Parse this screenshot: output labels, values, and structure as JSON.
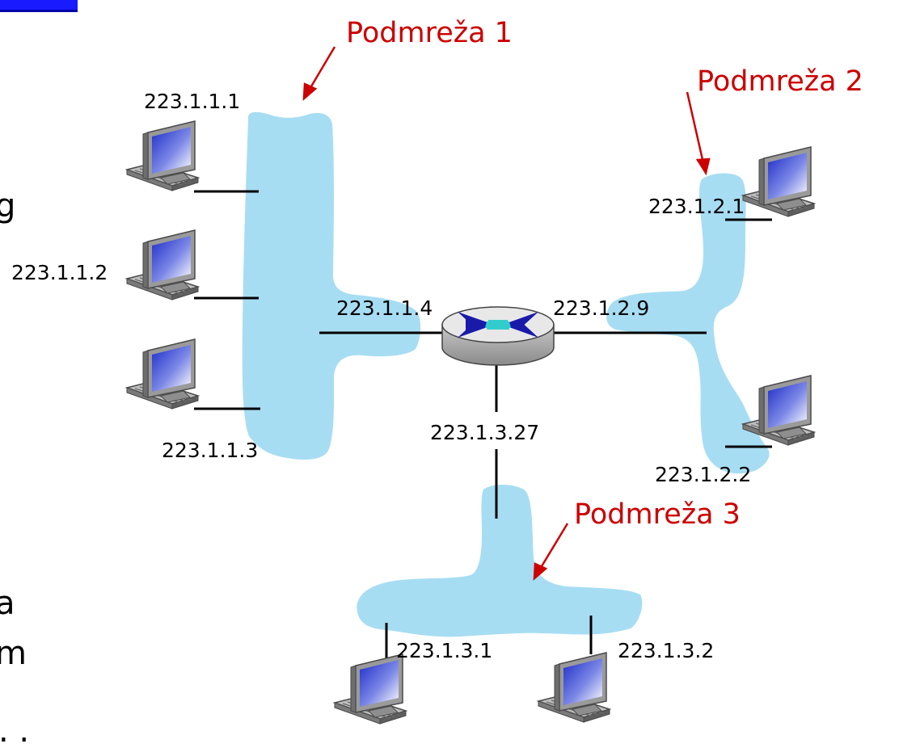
{
  "colors": {
    "subnet_fill": "#a7ddf3",
    "annotation": "#cc0000",
    "link": "#000000",
    "header_bar": "#1a1aff",
    "router_top": "#e6e6e6",
    "router_arrow": "#1a1aaa",
    "router_center": "#33cccc"
  },
  "subnets": [
    {
      "label": "Podmreža 1"
    },
    {
      "label": "Podmreža 2"
    },
    {
      "label": "Podmreža 3"
    }
  ],
  "hosts": [
    {
      "ip": "223.1.1.1",
      "icon": "computer-icon"
    },
    {
      "ip": "223.1.1.2",
      "icon": "computer-icon"
    },
    {
      "ip": "223.1.1.3",
      "icon": "computer-icon"
    },
    {
      "ip": "223.1.2.1",
      "icon": "computer-icon"
    },
    {
      "ip": "223.1.2.2",
      "icon": "computer-icon"
    },
    {
      "ip": "223.1.3.1",
      "icon": "computer-icon"
    },
    {
      "ip": "223.1.3.2",
      "icon": "computer-icon"
    }
  ],
  "router": {
    "icon": "router-icon",
    "interfaces": [
      "223.1.1.4",
      "223.1.2.9",
      "223.1.3.27"
    ]
  },
  "cropped_text": [
    "g",
    "a",
    "m"
  ]
}
